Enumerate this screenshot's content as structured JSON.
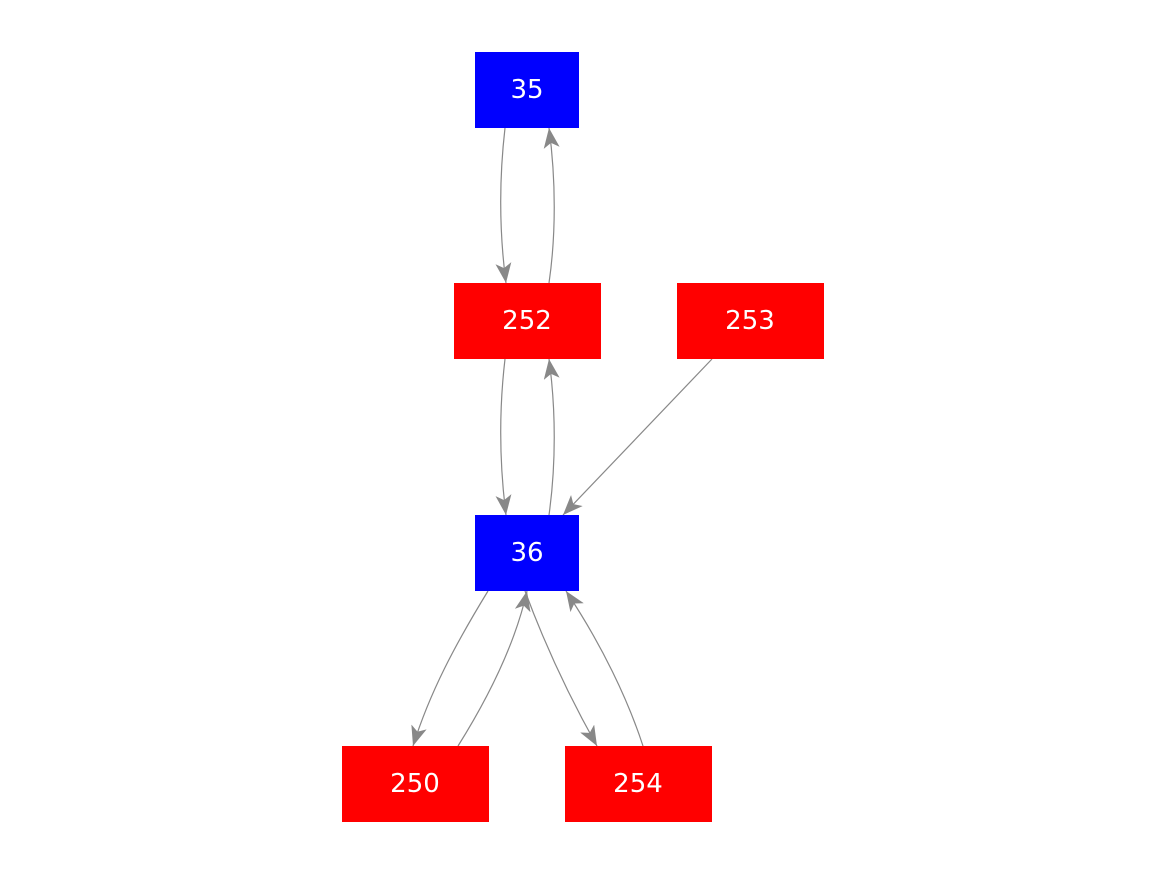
{
  "diagram": {
    "type": "directed-graph",
    "colors": {
      "blue_node": "#0000ff",
      "red_node": "#ff0000",
      "edge": "#888888",
      "label": "#ffffff"
    },
    "nodes": [
      {
        "id": "35",
        "label": "35",
        "color": "blue"
      },
      {
        "id": "252",
        "label": "252",
        "color": "red"
      },
      {
        "id": "253",
        "label": "253",
        "color": "red"
      },
      {
        "id": "36",
        "label": "36",
        "color": "blue"
      },
      {
        "id": "250",
        "label": "250",
        "color": "red"
      },
      {
        "id": "254",
        "label": "254",
        "color": "red"
      }
    ],
    "edges": [
      {
        "from": "35",
        "to": "252"
      },
      {
        "from": "252",
        "to": "35"
      },
      {
        "from": "252",
        "to": "36"
      },
      {
        "from": "36",
        "to": "252"
      },
      {
        "from": "253",
        "to": "36"
      },
      {
        "from": "36",
        "to": "250"
      },
      {
        "from": "250",
        "to": "36"
      },
      {
        "from": "36",
        "to": "254"
      },
      {
        "from": "254",
        "to": "36"
      }
    ]
  }
}
